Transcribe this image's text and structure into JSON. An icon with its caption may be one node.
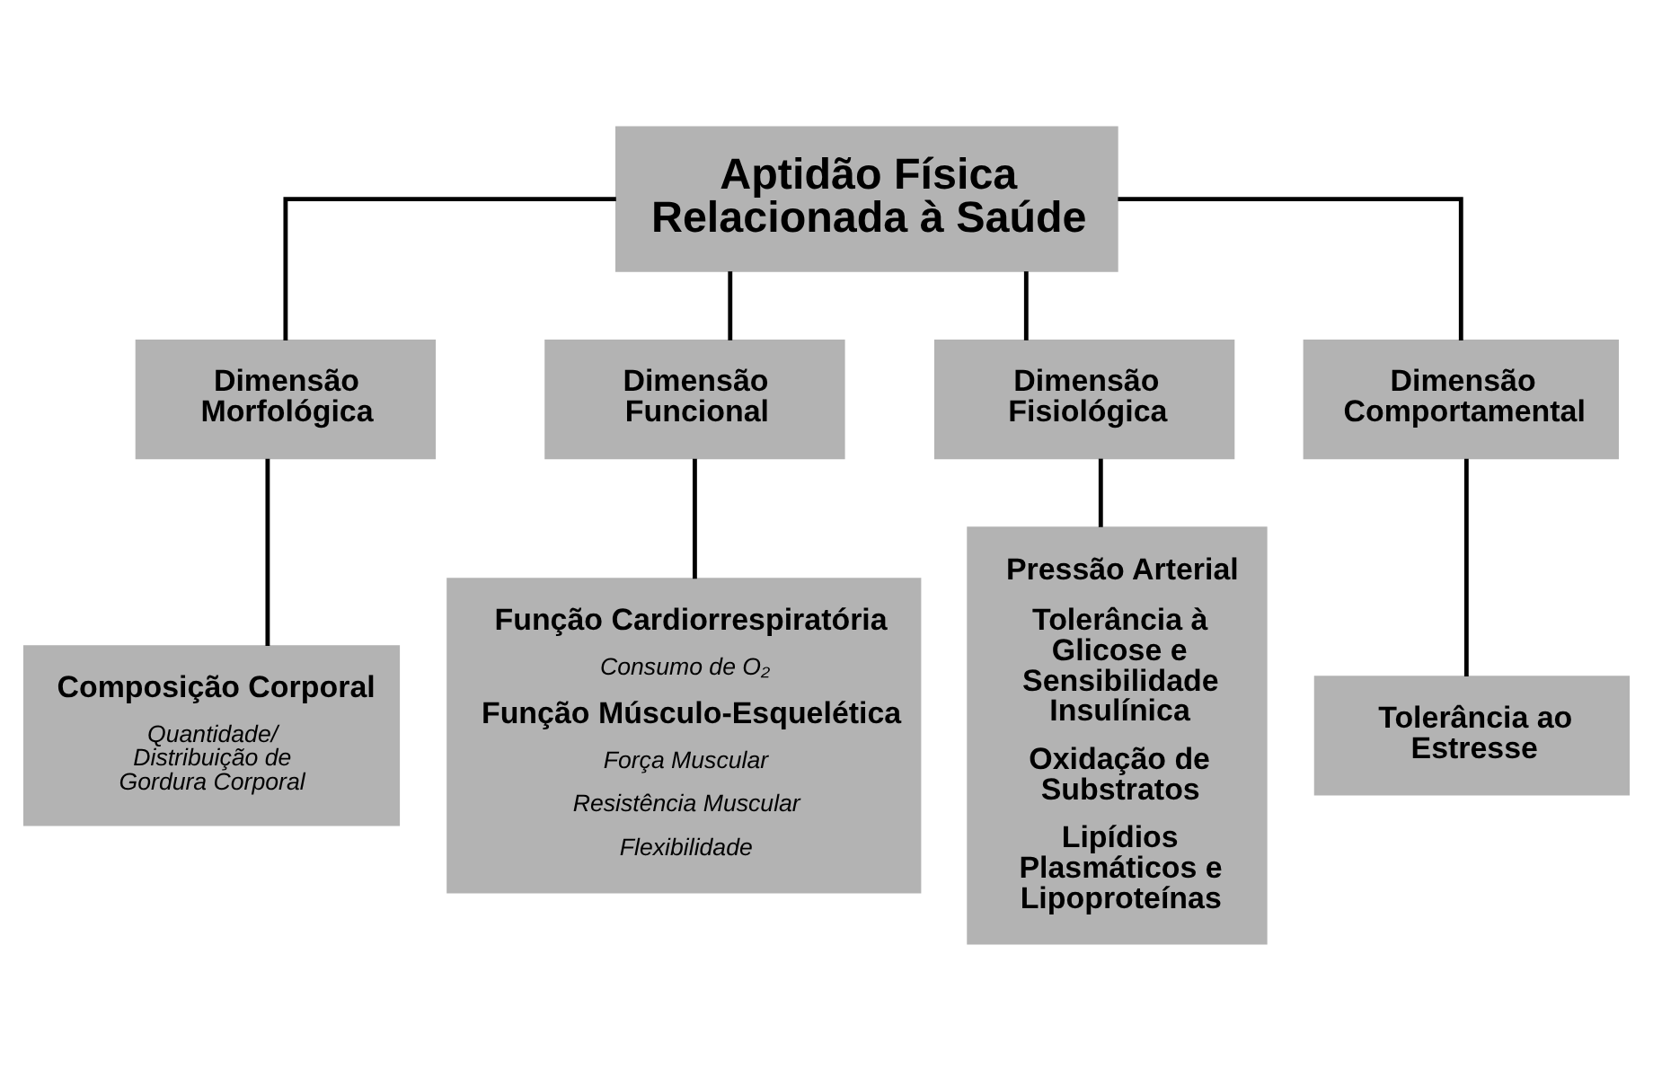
{
  "diagram": {
    "nodes": [
      {
        "text": [
          "Aptidão Física Relacionada à Saúde"
        ]
      },
      {
        "text": [
          "Dimensão Morfológica"
        ]
      },
      {
        "text": [
          "Dimensão Funcional"
        ]
      },
      {
        "text": [
          "Dimensão Fisiológica"
        ]
      },
      {
        "text": [
          "Dimensão Comportamental"
        ]
      },
      {
        "text": [
          "Composição Corporal",
          "Quantidade/ Distribuição de Gordura Corporal"
        ]
      },
      {
        "text": [
          "Função Cardiorrespiratória",
          "Consumo de O₂",
          "Função Músculo-Esquelética",
          "Força Muscular",
          "Resistência Muscular",
          "Flexibilidade"
        ]
      },
      {
        "text": [
          "Pressão Arterial",
          "Tolerância à Glicose e Sensibilidade Insulínica",
          "Oxidação de Substratos",
          "Lipídios Plasmáticos e Lipoproteínas"
        ]
      },
      {
        "text": [
          "Tolerância ao Estresse"
        ]
      }
    ],
    "edges": [
      {
        "from": 0,
        "to": 1,
        "arrow": "none"
      },
      {
        "from": 0,
        "to": 2,
        "arrow": "none"
      },
      {
        "from": 0,
        "to": 3,
        "arrow": "none"
      },
      {
        "from": 0,
        "to": 4,
        "arrow": "none"
      },
      {
        "from": 1,
        "to": 5,
        "arrow": "none"
      },
      {
        "from": 2,
        "to": 6,
        "arrow": "none"
      },
      {
        "from": 3,
        "to": 7,
        "arrow": "none"
      },
      {
        "from": 4,
        "to": 8,
        "arrow": "none"
      }
    ]
  }
}
